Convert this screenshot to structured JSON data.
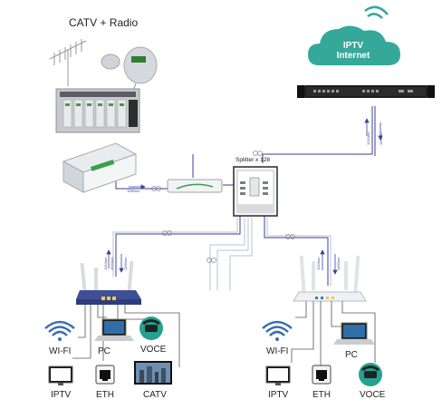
{
  "header": {
    "catv_radio": "CATV + Radio"
  },
  "cloud": {
    "line1": "IPTV",
    "line2": "Internet"
  },
  "splitter": {
    "label": "Splitter x 128"
  },
  "fiber": {
    "olt_down1": "1310nm",
    "olt_down2": "1490nm",
    "catv_link": "1550nm",
    "left_ont1": "1310nm",
    "left_ont2": "1550nm",
    "left_ont3": "1490nm",
    "right_ont1": "1310nm",
    "right_ont2": "1490nm"
  },
  "left_home": {
    "wifi": "WI-FI",
    "pc": "PC",
    "voce": "VOCE",
    "iptv": "IPTV",
    "eth": "ETH",
    "catv": "CATV"
  },
  "right_home": {
    "wifi": "WI-FI",
    "pc": "PC",
    "iptv": "IPTV",
    "eth": "ETH",
    "voce": "VOCE"
  },
  "colors": {
    "cloud": "#35a89a",
    "fiber_blue": "#3a3f9a",
    "fiber_light": "#b9c0d6",
    "device_dark": "#2a2a2a",
    "router_blue": "#3f4f95"
  }
}
